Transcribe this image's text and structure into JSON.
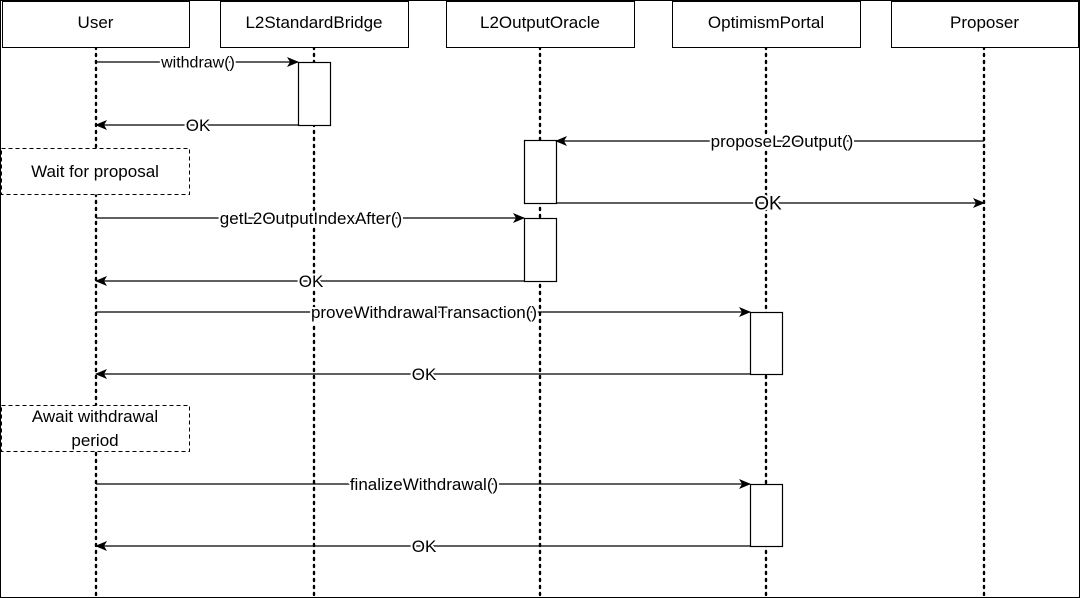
{
  "participants": [
    {
      "id": "user",
      "label": "User"
    },
    {
      "id": "bridge",
      "label": "L2StandardBridge"
    },
    {
      "id": "oracle",
      "label": "L2OutputOracle"
    },
    {
      "id": "portal",
      "label": "OptimismPortal"
    },
    {
      "id": "proposer",
      "label": "Proposer"
    }
  ],
  "messages": [
    {
      "id": "withdraw-call",
      "from": "user",
      "to": "bridge",
      "label": "withdraw()",
      "kind": "call"
    },
    {
      "id": "withdraw-return",
      "from": "bridge",
      "to": "user",
      "label": "OK",
      "kind": "return"
    },
    {
      "id": "propose-call",
      "from": "proposer",
      "to": "oracle",
      "label": "proposeL2Output()",
      "kind": "call"
    },
    {
      "id": "propose-return",
      "from": "oracle",
      "to": "proposer",
      "label": "OK",
      "kind": "return"
    },
    {
      "id": "getindex-call",
      "from": "user",
      "to": "oracle",
      "label": "getL2OutputIndexAfter()",
      "kind": "call"
    },
    {
      "id": "getindex-return",
      "from": "oracle",
      "to": "user",
      "label": "OK",
      "kind": "return"
    },
    {
      "id": "prove-call",
      "from": "user",
      "to": "portal",
      "label": "proveWithdrawalTransaction()",
      "kind": "call"
    },
    {
      "id": "prove-return",
      "from": "portal",
      "to": "user",
      "label": "OK",
      "kind": "return"
    },
    {
      "id": "finalize-call",
      "from": "user",
      "to": "portal",
      "label": "finalizeWithdrawal()",
      "kind": "call"
    },
    {
      "id": "finalize-return",
      "from": "portal",
      "to": "user",
      "label": "OK",
      "kind": "return"
    }
  ],
  "notes": [
    {
      "id": "wait-proposal",
      "lines": [
        "Wait for proposal"
      ]
    },
    {
      "id": "await-period",
      "lines": [
        "Await withdrawal",
        "period"
      ]
    }
  ],
  "colors": {
    "line": "#000000",
    "background": "#ffffff",
    "text": "#000000"
  }
}
